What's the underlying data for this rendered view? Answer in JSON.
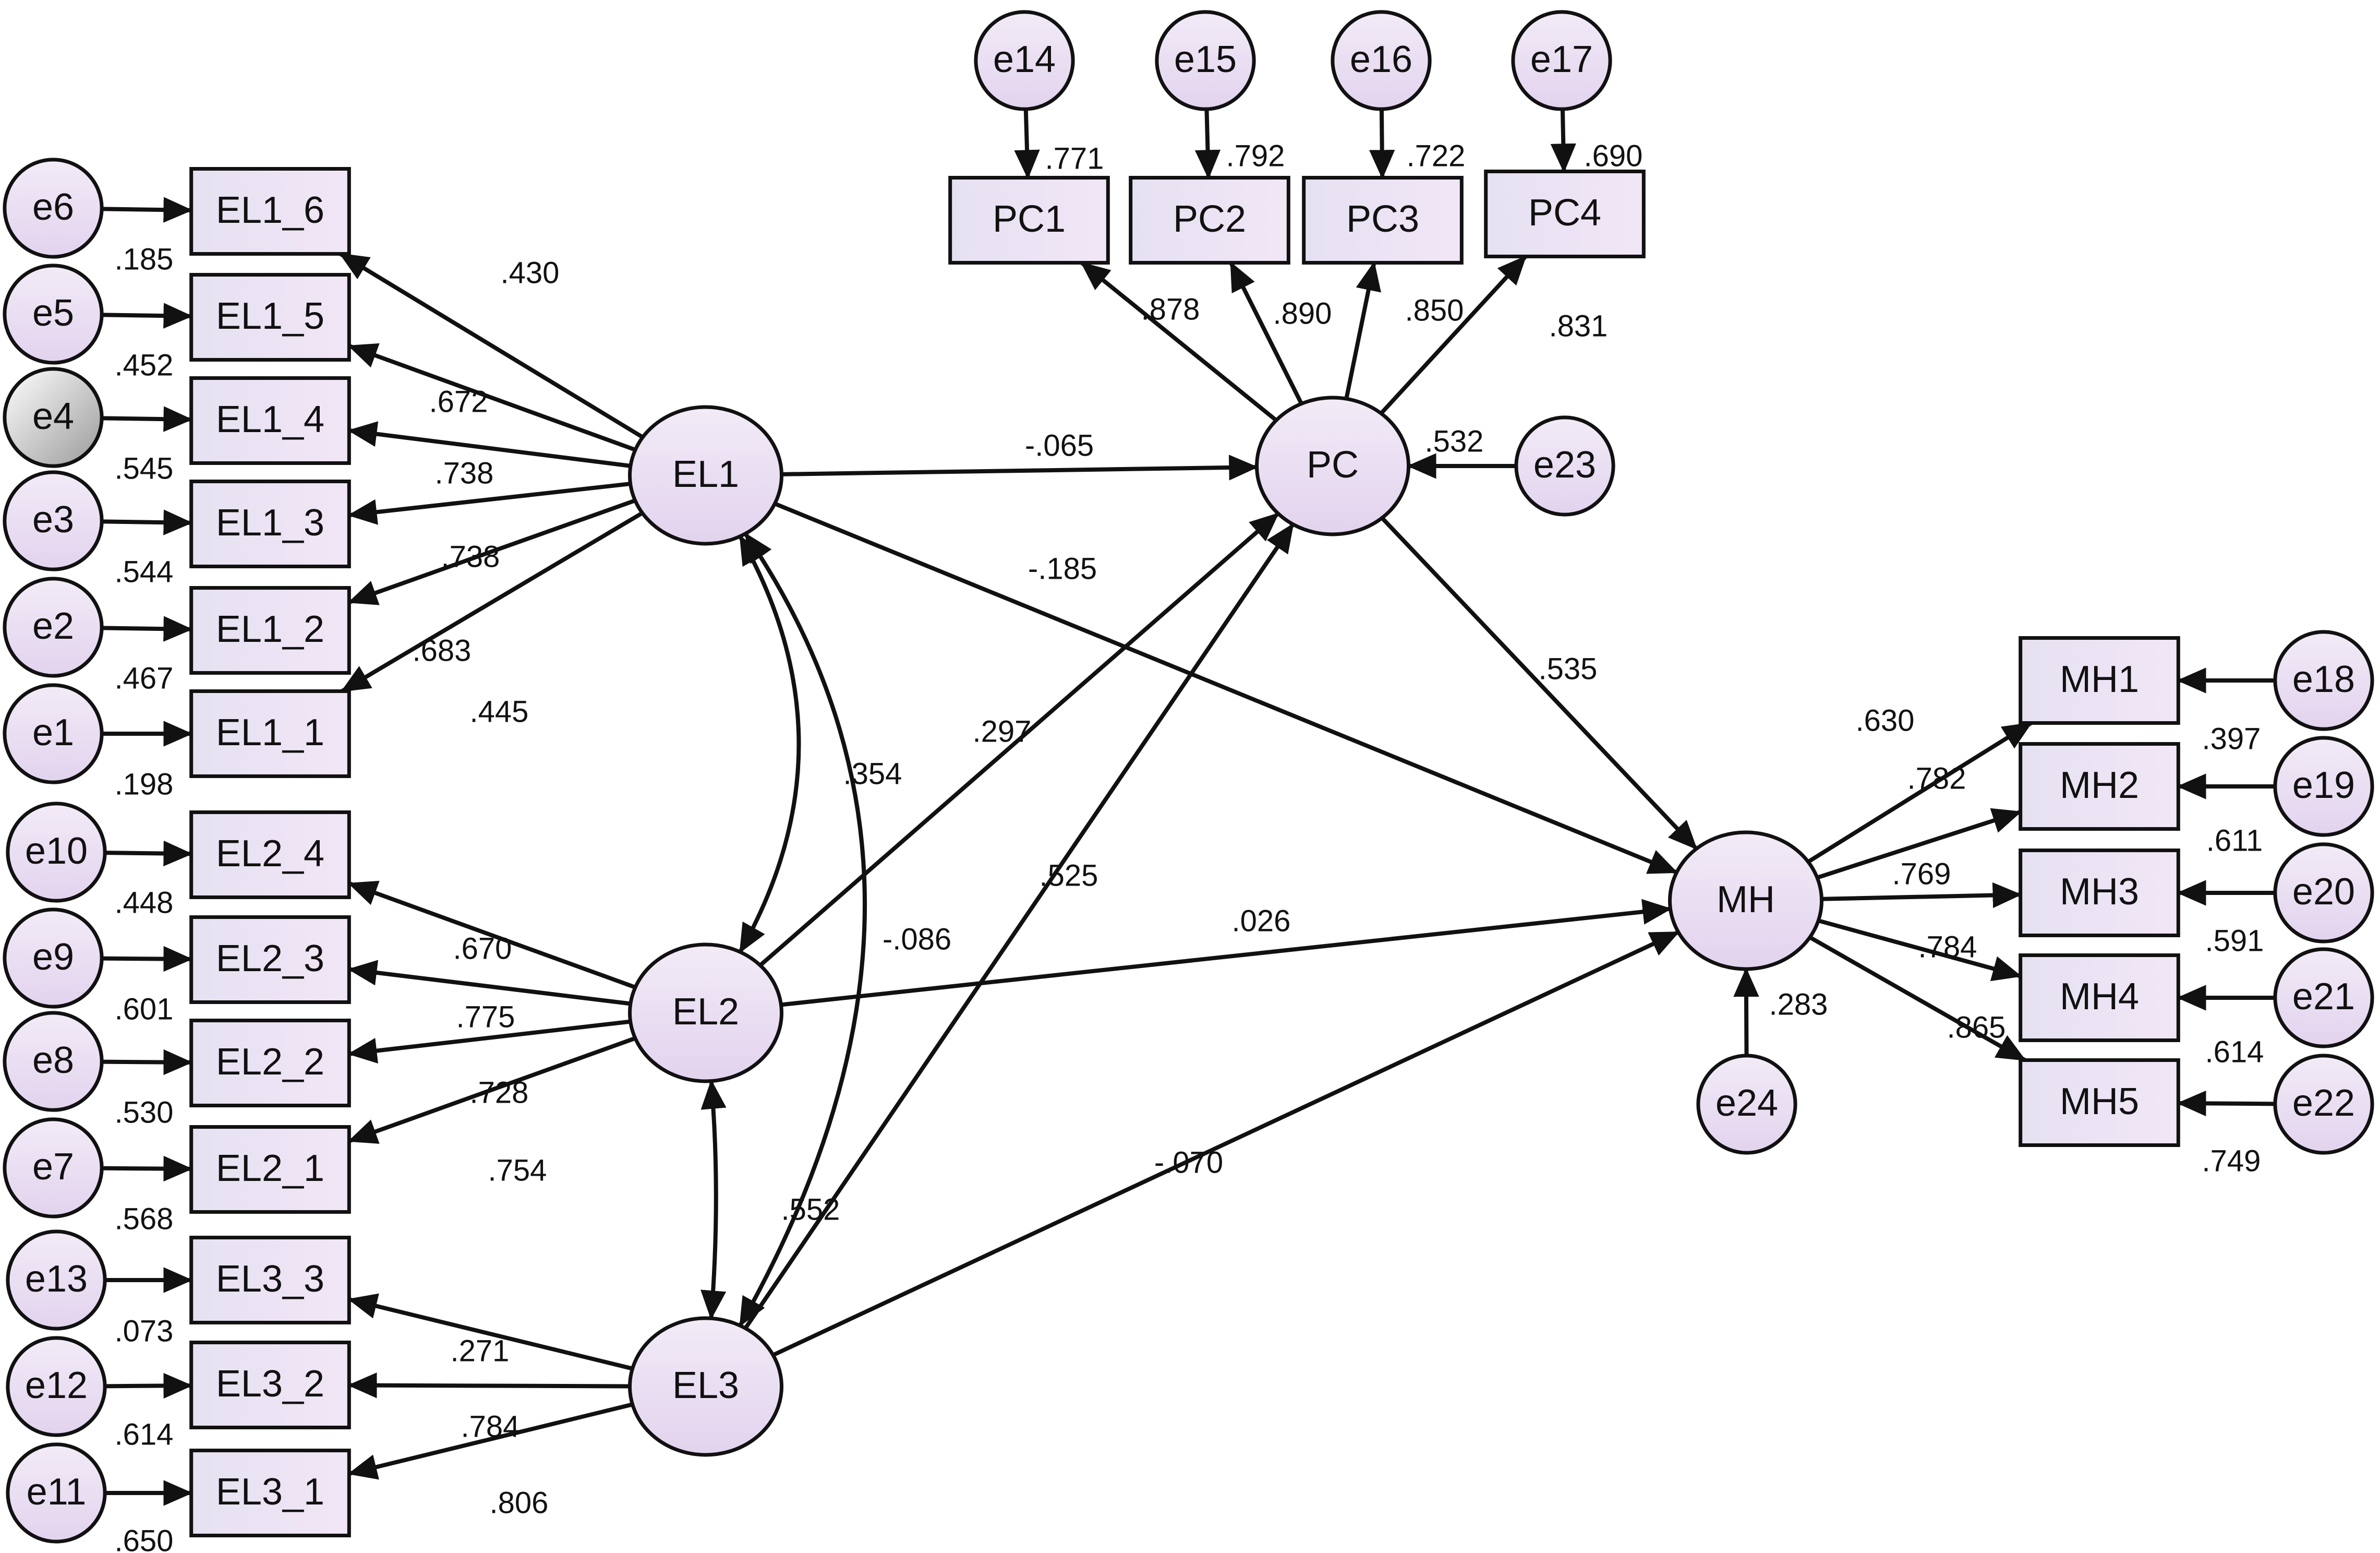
{
  "colors": {
    "node_fill_top": "#f2ebf7",
    "node_fill_bottom": "#e2d3ee",
    "box_fill_left": "#e6e1f1",
    "box_fill_right": "#f1e6f6",
    "highlight_fill_top": "#ffffff",
    "highlight_fill_bottom": "#9a9a9a",
    "stroke": "#111111",
    "text": "#111111"
  },
  "nodes": [
    {
      "id": "EL1",
      "label": "EL1",
      "shape": "latent"
    },
    {
      "id": "EL2",
      "label": "EL2",
      "shape": "latent"
    },
    {
      "id": "EL3",
      "label": "EL3",
      "shape": "latent"
    },
    {
      "id": "PC",
      "label": "PC",
      "shape": "latent"
    },
    {
      "id": "MH",
      "label": "MH",
      "shape": "latent"
    },
    {
      "id": "EL1_6",
      "label": "EL1_6",
      "shape": "observed"
    },
    {
      "id": "EL1_5",
      "label": "EL1_5",
      "shape": "observed"
    },
    {
      "id": "EL1_4",
      "label": "EL1_4",
      "shape": "observed"
    },
    {
      "id": "EL1_3",
      "label": "EL1_3",
      "shape": "observed"
    },
    {
      "id": "EL1_2",
      "label": "EL1_2",
      "shape": "observed"
    },
    {
      "id": "EL1_1",
      "label": "EL1_1",
      "shape": "observed"
    },
    {
      "id": "EL2_4",
      "label": "EL2_4",
      "shape": "observed"
    },
    {
      "id": "EL2_3",
      "label": "EL2_3",
      "shape": "observed"
    },
    {
      "id": "EL2_2",
      "label": "EL2_2",
      "shape": "observed"
    },
    {
      "id": "EL2_1",
      "label": "EL2_1",
      "shape": "observed"
    },
    {
      "id": "EL3_3",
      "label": "EL3_3",
      "shape": "observed"
    },
    {
      "id": "EL3_2",
      "label": "EL3_2",
      "shape": "observed"
    },
    {
      "id": "EL3_1",
      "label": "EL3_1",
      "shape": "observed"
    },
    {
      "id": "PC1",
      "label": "PC1",
      "shape": "observed"
    },
    {
      "id": "PC2",
      "label": "PC2",
      "shape": "observed"
    },
    {
      "id": "PC3",
      "label": "PC3",
      "shape": "observed"
    },
    {
      "id": "PC4",
      "label": "PC4",
      "shape": "observed"
    },
    {
      "id": "MH1",
      "label": "MH1",
      "shape": "observed"
    },
    {
      "id": "MH2",
      "label": "MH2",
      "shape": "observed"
    },
    {
      "id": "MH3",
      "label": "MH3",
      "shape": "observed"
    },
    {
      "id": "MH4",
      "label": "MH4",
      "shape": "observed"
    },
    {
      "id": "MH5",
      "label": "MH5",
      "shape": "observed"
    },
    {
      "id": "e1",
      "label": "e1",
      "shape": "error"
    },
    {
      "id": "e2",
      "label": "e2",
      "shape": "error"
    },
    {
      "id": "e3",
      "label": "e3",
      "shape": "error"
    },
    {
      "id": "e4",
      "label": "e4",
      "shape": "error",
      "highlight": true
    },
    {
      "id": "e5",
      "label": "e5",
      "shape": "error"
    },
    {
      "id": "e6",
      "label": "e6",
      "shape": "error"
    },
    {
      "id": "e7",
      "label": "e7",
      "shape": "error"
    },
    {
      "id": "e8",
      "label": "e8",
      "shape": "error"
    },
    {
      "id": "e9",
      "label": "e9",
      "shape": "error"
    },
    {
      "id": "e10",
      "label": "e10",
      "shape": "error"
    },
    {
      "id": "e11",
      "label": "e11",
      "shape": "error"
    },
    {
      "id": "e12",
      "label": "e12",
      "shape": "error"
    },
    {
      "id": "e13",
      "label": "e13",
      "shape": "error"
    },
    {
      "id": "e14",
      "label": "e14",
      "shape": "error"
    },
    {
      "id": "e15",
      "label": "e15",
      "shape": "error"
    },
    {
      "id": "e16",
      "label": "e16",
      "shape": "error"
    },
    {
      "id": "e17",
      "label": "e17",
      "shape": "error"
    },
    {
      "id": "e18",
      "label": "e18",
      "shape": "error"
    },
    {
      "id": "e19",
      "label": "e19",
      "shape": "error"
    },
    {
      "id": "e20",
      "label": "e20",
      "shape": "error"
    },
    {
      "id": "e21",
      "label": "e21",
      "shape": "error"
    },
    {
      "id": "e22",
      "label": "e22",
      "shape": "error"
    },
    {
      "id": "e23",
      "label": "e23",
      "shape": "error"
    },
    {
      "id": "e24",
      "label": "e24",
      "shape": "error"
    }
  ],
  "edges": [
    {
      "from": "EL1",
      "to": "EL1_6",
      "weight": ".430"
    },
    {
      "from": "EL1",
      "to": "EL1_5",
      "weight": ".672"
    },
    {
      "from": "EL1",
      "to": "EL1_4",
      "weight": ".738"
    },
    {
      "from": "EL1",
      "to": "EL1_3",
      "weight": ".738"
    },
    {
      "from": "EL1",
      "to": "EL1_2",
      "weight": ".683"
    },
    {
      "from": "EL1",
      "to": "EL1_1",
      "weight": ".445"
    },
    {
      "from": "EL2",
      "to": "EL2_4",
      "weight": ".670"
    },
    {
      "from": "EL2",
      "to": "EL2_3",
      "weight": ".775"
    },
    {
      "from": "EL2",
      "to": "EL2_2",
      "weight": ".728"
    },
    {
      "from": "EL2",
      "to": "EL2_1",
      "weight": ".754"
    },
    {
      "from": "EL3",
      "to": "EL3_3",
      "weight": ".271"
    },
    {
      "from": "EL3",
      "to": "EL3_2",
      "weight": ".784"
    },
    {
      "from": "EL3",
      "to": "EL3_1",
      "weight": ".806"
    },
    {
      "from": "PC",
      "to": "PC1",
      "weight": ".878"
    },
    {
      "from": "PC",
      "to": "PC2",
      "weight": ".890"
    },
    {
      "from": "PC",
      "to": "PC3",
      "weight": ".850"
    },
    {
      "from": "PC",
      "to": "PC4",
      "weight": ".831"
    },
    {
      "from": "MH",
      "to": "MH1",
      "weight": ".630"
    },
    {
      "from": "MH",
      "to": "MH2",
      "weight": ".782"
    },
    {
      "from": "MH",
      "to": "MH3",
      "weight": ".769"
    },
    {
      "from": "MH",
      "to": "MH4",
      "weight": ".784"
    },
    {
      "from": "MH",
      "to": "MH5",
      "weight": ".865"
    },
    {
      "from": "EL1",
      "to": "PC",
      "weight": "-.065"
    },
    {
      "from": "EL1",
      "to": "MH",
      "weight": "-.185"
    },
    {
      "from": "EL2",
      "to": "PC",
      "weight": ".297"
    },
    {
      "from": "EL2",
      "to": "MH",
      "weight": ".026"
    },
    {
      "from": "EL3",
      "to": "PC",
      "weight": ".525"
    },
    {
      "from": "EL3",
      "to": "MH",
      "weight": "-.070"
    },
    {
      "from": "PC",
      "to": "MH",
      "weight": ".535"
    },
    {
      "from": "EL1",
      "to": "EL2",
      "weight": ".354",
      "type": "covariance"
    },
    {
      "from": "EL1",
      "to": "EL3",
      "weight": "-.086",
      "type": "covariance"
    },
    {
      "from": "EL2",
      "to": "EL3",
      "weight": ".552",
      "type": "covariance"
    },
    {
      "from": "e1",
      "to": "EL1_1"
    },
    {
      "from": "e2",
      "to": "EL1_2"
    },
    {
      "from": "e3",
      "to": "EL1_3"
    },
    {
      "from": "e4",
      "to": "EL1_4"
    },
    {
      "from": "e5",
      "to": "EL1_5"
    },
    {
      "from": "e6",
      "to": "EL1_6"
    },
    {
      "from": "e7",
      "to": "EL2_1"
    },
    {
      "from": "e8",
      "to": "EL2_2"
    },
    {
      "from": "e9",
      "to": "EL2_3"
    },
    {
      "from": "e10",
      "to": "EL2_4"
    },
    {
      "from": "e11",
      "to": "EL3_1"
    },
    {
      "from": "e12",
      "to": "EL3_2"
    },
    {
      "from": "e13",
      "to": "EL3_3"
    },
    {
      "from": "e14",
      "to": "PC1"
    },
    {
      "from": "e15",
      "to": "PC2"
    },
    {
      "from": "e16",
      "to": "PC3"
    },
    {
      "from": "e17",
      "to": "PC4"
    },
    {
      "from": "e18",
      "to": "MH1"
    },
    {
      "from": "e19",
      "to": "MH2"
    },
    {
      "from": "e20",
      "to": "MH3"
    },
    {
      "from": "e21",
      "to": "MH4"
    },
    {
      "from": "e22",
      "to": "MH5"
    },
    {
      "from": "e23",
      "to": "PC"
    },
    {
      "from": "e24",
      "to": "MH"
    }
  ],
  "r_squared": [
    {
      "node": "EL1_6",
      "value": ".185"
    },
    {
      "node": "EL1_5",
      "value": ".452"
    },
    {
      "node": "EL1_4",
      "value": ".545"
    },
    {
      "node": "EL1_3",
      "value": ".544"
    },
    {
      "node": "EL1_2",
      "value": ".467"
    },
    {
      "node": "EL1_1",
      "value": ".198"
    },
    {
      "node": "EL2_4",
      "value": ".448"
    },
    {
      "node": "EL2_3",
      "value": ".601"
    },
    {
      "node": "EL2_2",
      "value": ".530"
    },
    {
      "node": "EL2_1",
      "value": ".568"
    },
    {
      "node": "EL3_3",
      "value": ".073"
    },
    {
      "node": "EL3_2",
      "value": ".614"
    },
    {
      "node": "EL3_1",
      "value": ".650"
    },
    {
      "node": "PC1",
      "value": ".771"
    },
    {
      "node": "PC2",
      "value": ".792"
    },
    {
      "node": "PC3",
      "value": ".722"
    },
    {
      "node": "PC4",
      "value": ".690"
    },
    {
      "node": "PC",
      "value": ".532"
    },
    {
      "node": "MH",
      "value": ".283"
    },
    {
      "node": "MH1",
      "value": ".397"
    },
    {
      "node": "MH2",
      "value": ".611"
    },
    {
      "node": "MH3",
      "value": ".591"
    },
    {
      "node": "MH4",
      "value": ".614"
    },
    {
      "node": "MH5",
      "value": ".749"
    }
  ]
}
